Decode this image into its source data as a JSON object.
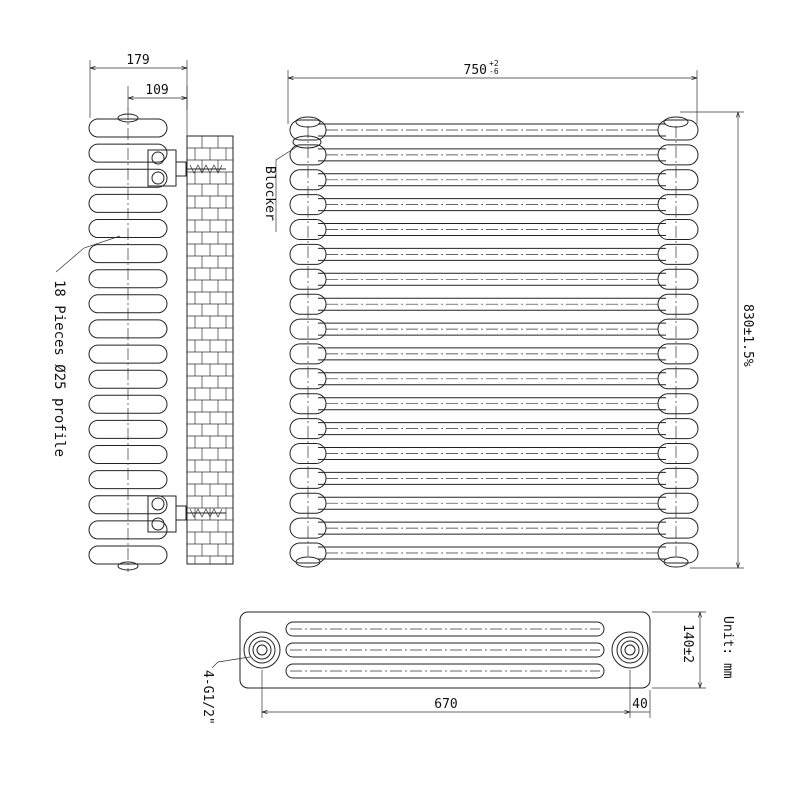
{
  "drawing": {
    "side_view": {
      "depth_dim": "179",
      "centre_dim": "109",
      "profile_note": "18 Pieces Ø25 profile",
      "tube_count": 18
    },
    "front_view": {
      "width_dim_main": "750",
      "width_tol_upper": "+2",
      "width_tol_lower": "-6",
      "height_dim": "830±1.5%",
      "blocker_label": "Blocker",
      "tube_count": 18
    },
    "top_view": {
      "connection_label": "4-G1/2\"",
      "centres_dim": "670",
      "offset_dim": "40",
      "depth_dim": "140±2",
      "unit_label": "Unit: mm"
    }
  }
}
